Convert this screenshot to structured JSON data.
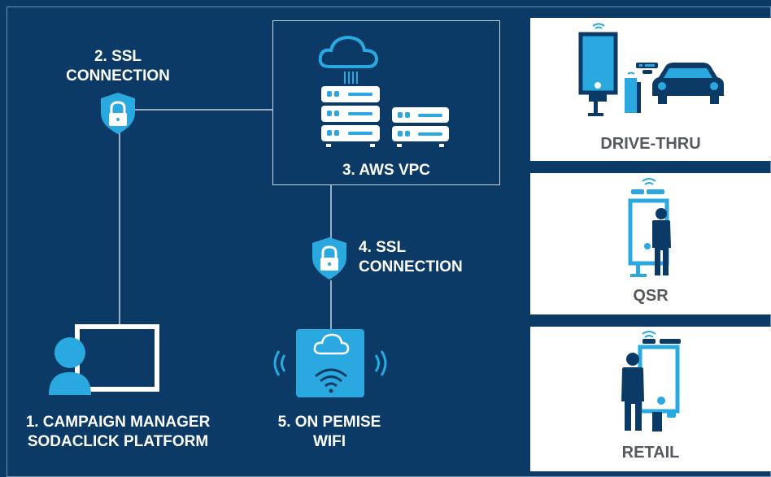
{
  "diagram": {
    "nodes": [
      {
        "id": "campaign",
        "line1": "1. CAMPAIGN MANAGER",
        "line2": "SODACLICK PLATFORM"
      },
      {
        "id": "ssl1",
        "line1": "2. SSL",
        "line2": "CONNECTION"
      },
      {
        "id": "vpc",
        "line1": "3. AWS VPC"
      },
      {
        "id": "ssl2",
        "line1": "4. SSL",
        "line2": "CONNECTION"
      },
      {
        "id": "wifi",
        "line1": "5. ON PEMISE",
        "line2": "WIFI"
      }
    ]
  },
  "panels": [
    {
      "label": "DRIVE-THRU",
      "icon": "drive-thru-kiosk-car-icon"
    },
    {
      "label": "QSR",
      "icon": "qsr-kiosk-person-icon"
    },
    {
      "label": "RETAIL",
      "icon": "retail-kiosk-person-icon"
    }
  ],
  "colors": {
    "background": "#0b3a66",
    "accent": "#29a9e0",
    "card": "#ffffff",
    "dark_icon": "#0b3a66",
    "card_text": "#555a60"
  }
}
